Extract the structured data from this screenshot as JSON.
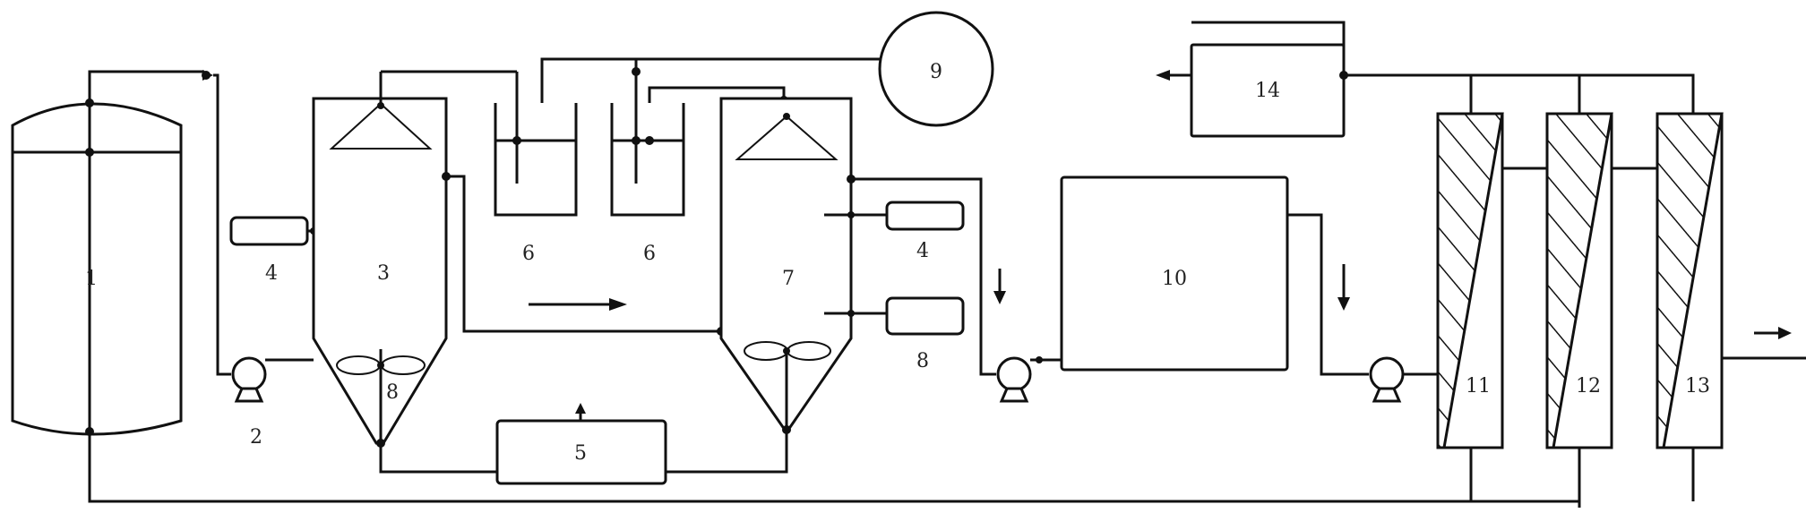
{
  "labels": {
    "tank_1": "1",
    "pump_2": "2",
    "reactor_3": "3",
    "unit_4_left": "4",
    "unit_4_right": "4",
    "unit_5": "5",
    "beaker_6a": "6",
    "beaker_6b": "6",
    "reactor_7": "7",
    "unit_8": "8",
    "agitator_8": "8",
    "blower_9": "9",
    "unit_10": "10",
    "column_11": "11",
    "column_12": "12",
    "column_13": "13",
    "unit_14": "14"
  },
  "colors": {
    "line": "#111111",
    "background": "#ffffff"
  }
}
